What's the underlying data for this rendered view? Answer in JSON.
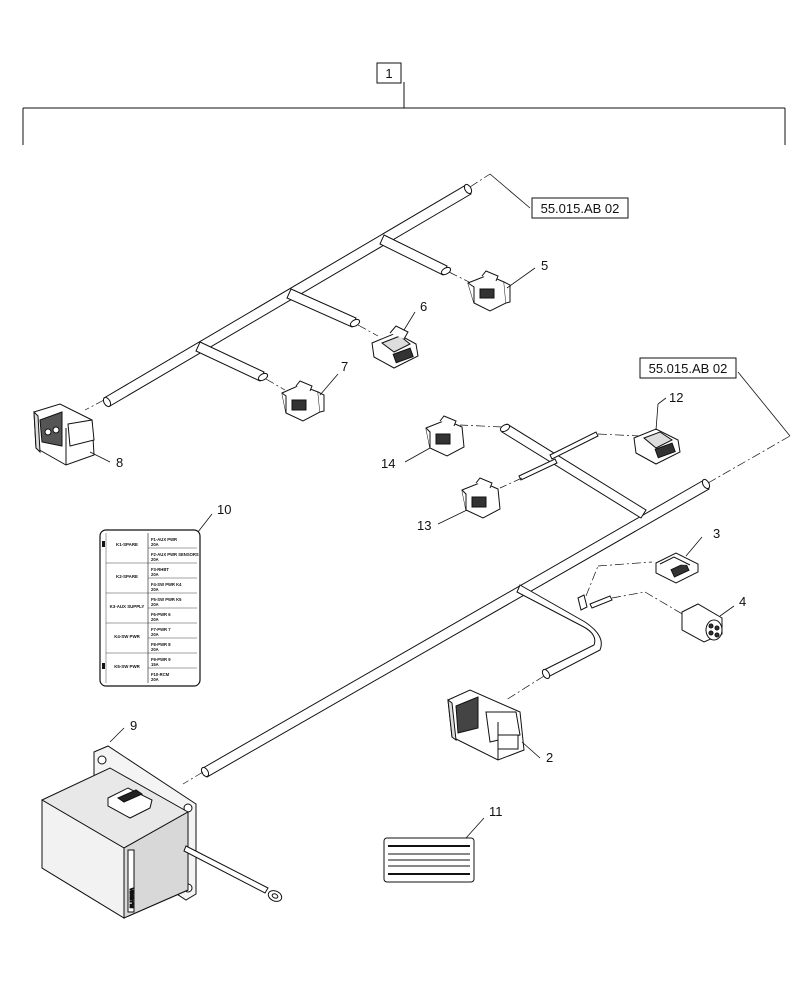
{
  "callouts": {
    "assembly": "1",
    "c2": "2",
    "c3": "3",
    "c4": "4",
    "c5": "5",
    "c6": "6",
    "c7": "7",
    "c8": "8",
    "c9": "9",
    "c10": "10",
    "c11": "11",
    "c12": "12",
    "c13": "13",
    "c14": "14"
  },
  "references": {
    "upper_harness": "55.015.AB 02",
    "lower_harness": "55.015.AB 02"
  },
  "fuse_decal": {
    "relays": [
      "K1-SPARE",
      "K2-SPARE",
      "K3-AUX SUPPLY",
      "K4-SW PWR",
      "K5-SW PWR"
    ],
    "fuses": [
      {
        "name": "F1-AUX PWR",
        "rating": "20A"
      },
      {
        "name": "F2-AUX PWR SENSORS",
        "rating": "20A"
      },
      {
        "name": "F3-RHBT",
        "rating": "20A"
      },
      {
        "name": "F4-SW PWR K4",
        "rating": "20A"
      },
      {
        "name": "F5-SW PWR K5",
        "rating": "20A"
      },
      {
        "name": "F6-PWR 6",
        "rating": "20A"
      },
      {
        "name": "F7-PWR 7",
        "rating": "20A"
      },
      {
        "name": "F8-PWR 8",
        "rating": "20A"
      },
      {
        "name": "F9-PWR 9",
        "rating": "15A"
      },
      {
        "name": "F10-RCM",
        "rating": "20A"
      }
    ]
  },
  "box_brand": "BLUESEA"
}
